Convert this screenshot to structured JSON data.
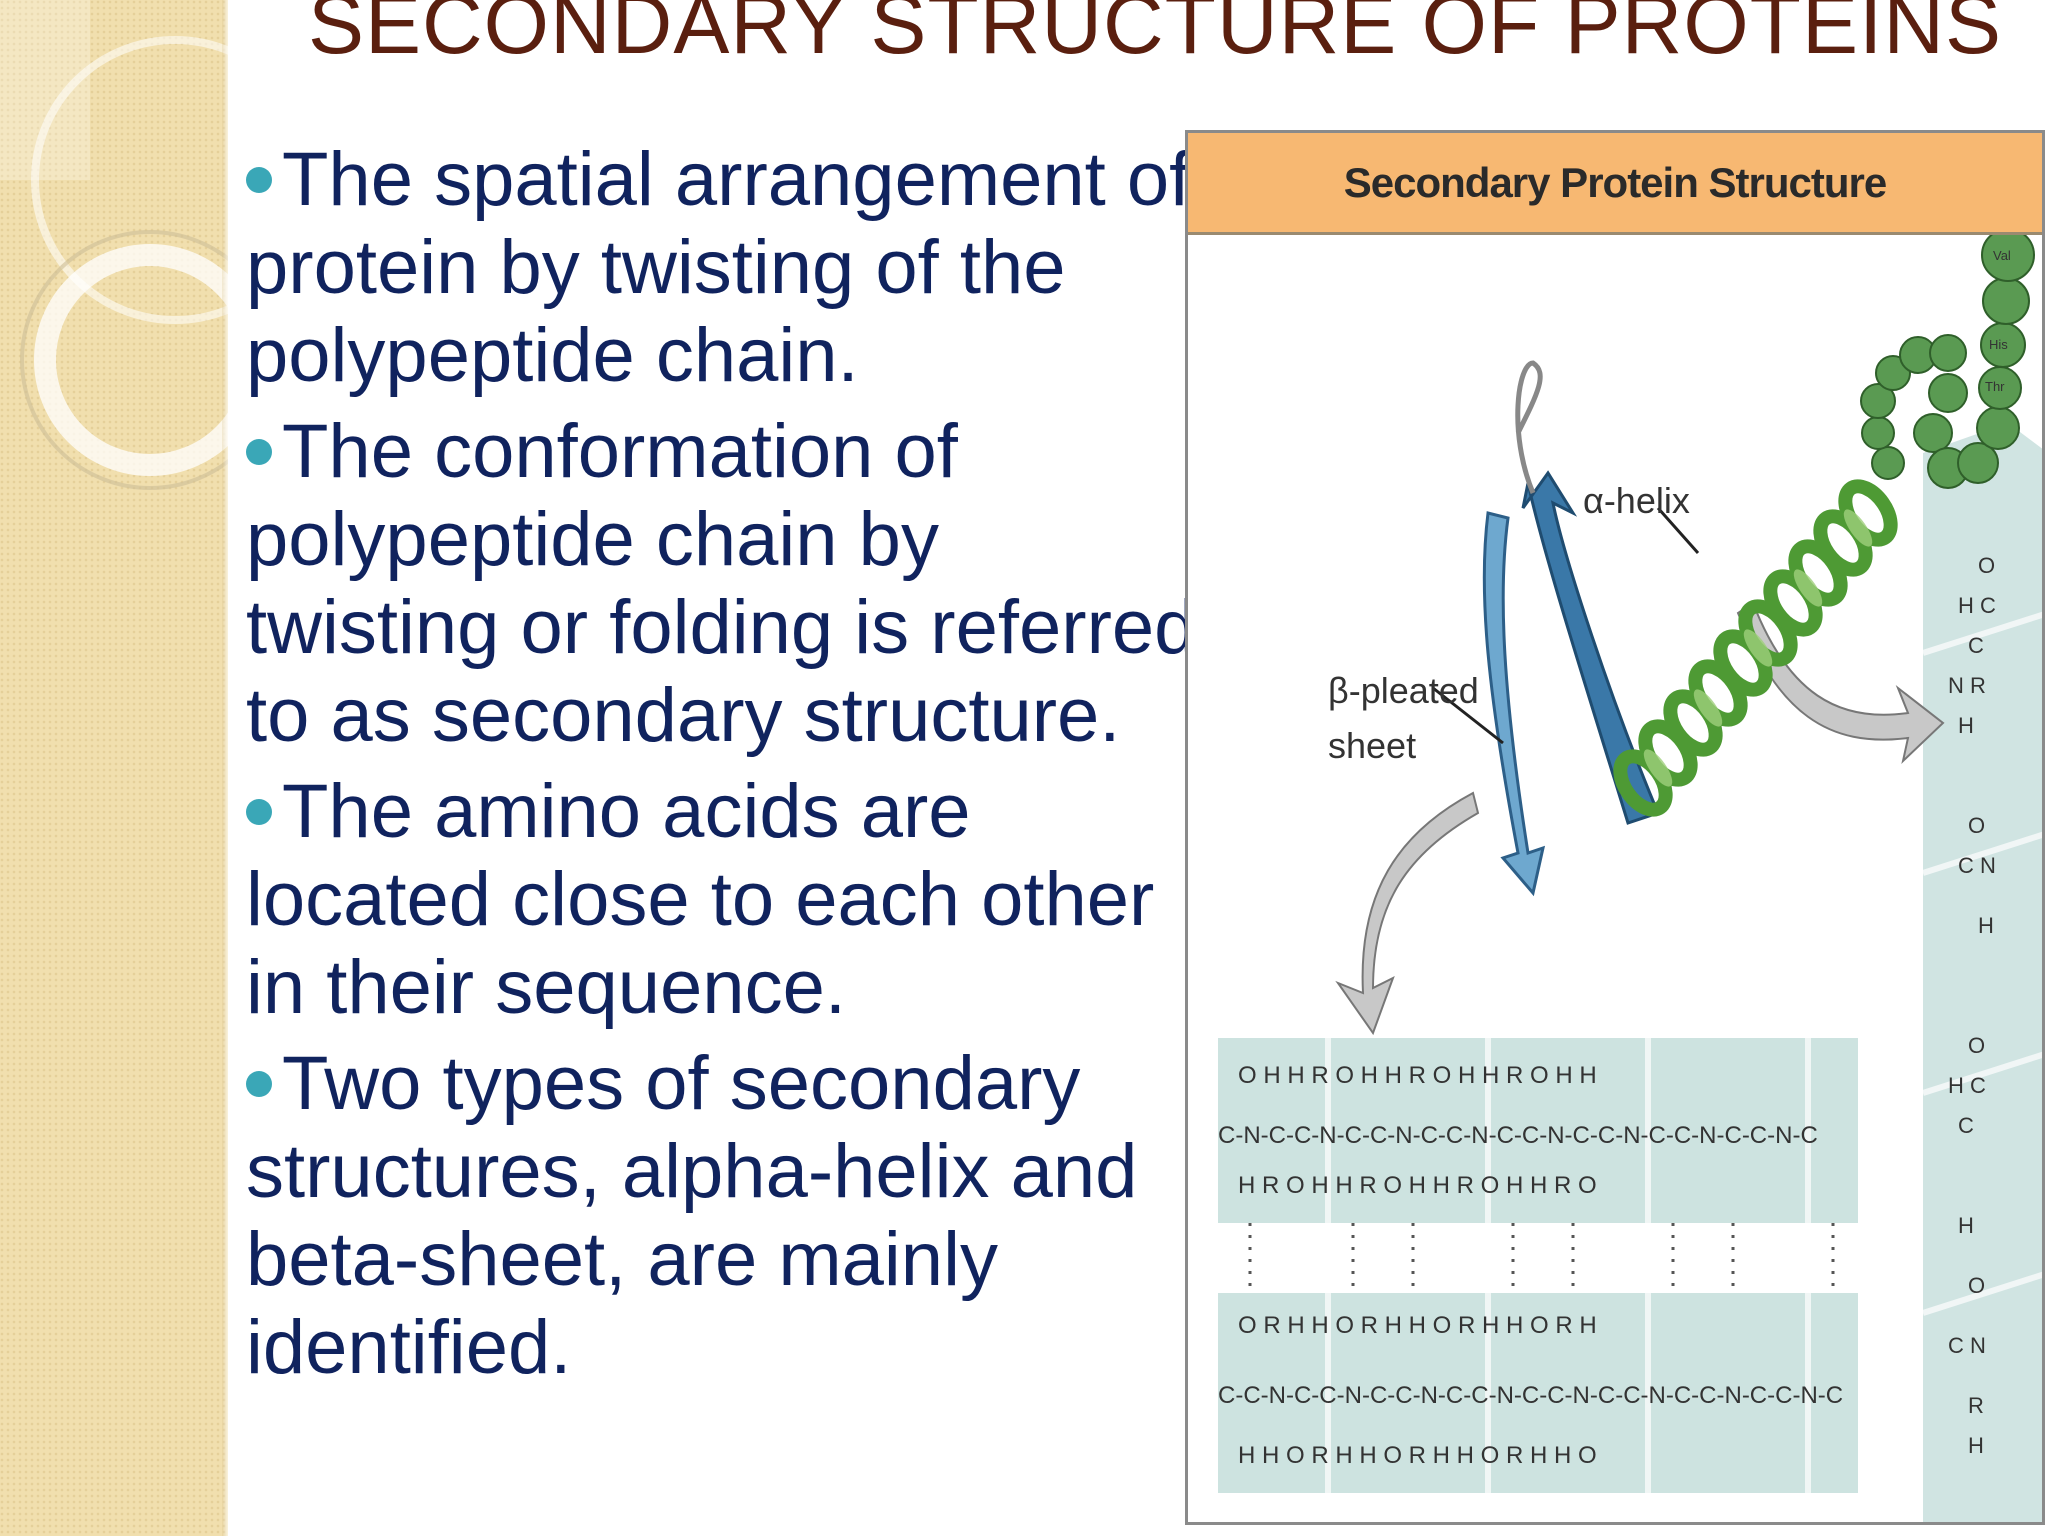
{
  "slide": {
    "title": "SECONDARY STRUCTURE OF PROTEINS",
    "bullets": [
      "The spatial arrangement of protein by twisting of the polypeptide chain.",
      "The conformation of polypeptide chain by twisting or folding is referred to as secondary structure.",
      "The amino acids are located close to each other in their sequence.",
      "Two types of secondary structures, alpha-helix and beta-sheet, are mainly identified."
    ]
  },
  "figure": {
    "title": "Secondary Protein Structure",
    "labels": {
      "alpha_helix": "α-helix",
      "beta_sheet_line1": "β-pleated",
      "beta_sheet_line2": "sheet"
    },
    "residue_labels": [
      "Val",
      "His",
      "Thr"
    ]
  },
  "colors": {
    "title": "#5a1f0f",
    "body_text": "#10235e",
    "bullet": "#3aa7b7",
    "figure_header": "#f7b872",
    "helix_green": "#5a9a3a",
    "sheet_blue": "#3a78a8",
    "sheet_fill": "#bcd9d6"
  },
  "icons": {
    "bullet": "filled-circle",
    "arrows": "curved-grey-arrow"
  }
}
